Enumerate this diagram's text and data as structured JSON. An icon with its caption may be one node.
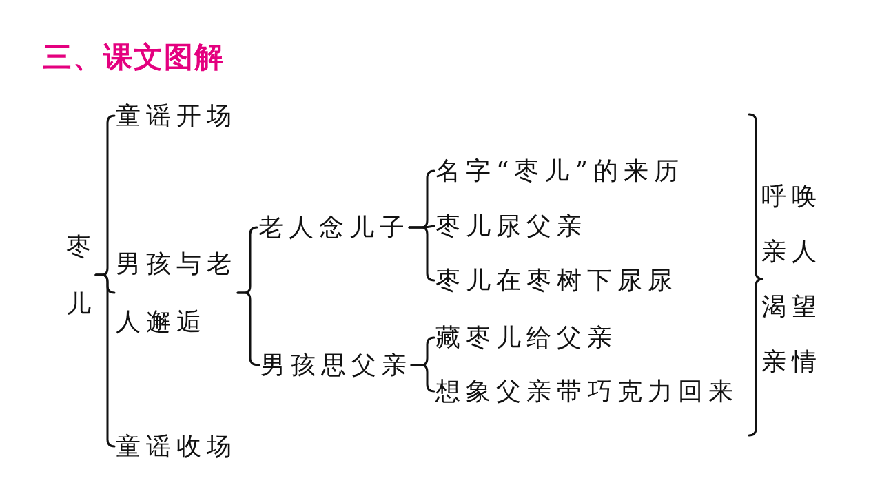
{
  "diagram": {
    "title": "三、课文图解",
    "nodes": [
      {
        "text": [
          "枣儿"
        ]
      },
      {
        "text": [
          "童谣开场"
        ]
      },
      {
        "text": [
          "男孩与老人邂逅"
        ]
      },
      {
        "text": [
          "老人念儿子"
        ]
      },
      {
        "text": [
          "名字“枣儿”的来历"
        ]
      },
      {
        "text": [
          "枣儿尿父亲"
        ]
      },
      {
        "text": [
          "枣儿在枣树下尿尿"
        ]
      },
      {
        "text": [
          "男孩思父亲"
        ]
      },
      {
        "text": [
          "藏枣儿给父亲"
        ]
      },
      {
        "text": [
          "想象父亲带巧克力回来"
        ]
      },
      {
        "text": [
          "童谣收场"
        ]
      }
    ],
    "edges": [
      {
        "from": 0,
        "to": 1,
        "arrow": "none"
      },
      {
        "from": 0,
        "to": 2,
        "arrow": "none"
      },
      {
        "from": 0,
        "to": 10,
        "arrow": "none"
      },
      {
        "from": 2,
        "to": 3,
        "arrow": "none"
      },
      {
        "from": 2,
        "to": 7,
        "arrow": "none"
      },
      {
        "from": 3,
        "to": 4,
        "arrow": "none"
      },
      {
        "from": 3,
        "to": 5,
        "arrow": "none"
      },
      {
        "from": 3,
        "to": 6,
        "arrow": "none"
      },
      {
        "from": 7,
        "to": 8,
        "arrow": "none"
      },
      {
        "from": 7,
        "to": 9,
        "arrow": "none"
      }
    ],
    "labels": [
      "呼唤亲人渴望亲情"
    ]
  }
}
